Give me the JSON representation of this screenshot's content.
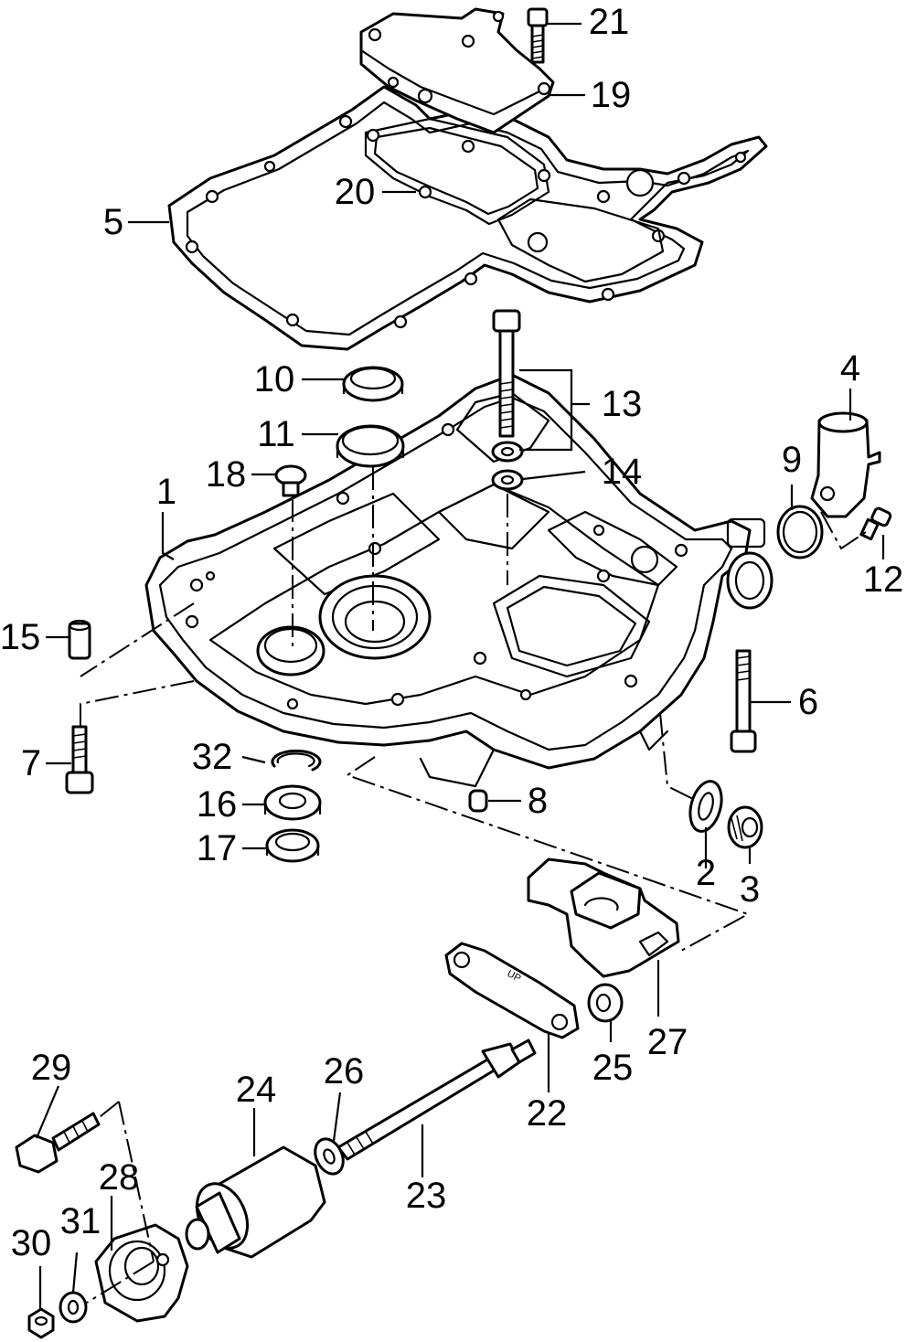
{
  "colors": {
    "line": "#000000",
    "background": "#ffffff"
  },
  "embossed_text": "UP",
  "callouts": [
    {
      "id": "p1",
      "label": "1"
    },
    {
      "id": "p2",
      "label": "2"
    },
    {
      "id": "p3",
      "label": "3"
    },
    {
      "id": "p4",
      "label": "4"
    },
    {
      "id": "p5",
      "label": "5"
    },
    {
      "id": "p6",
      "label": "6"
    },
    {
      "id": "p7",
      "label": "7"
    },
    {
      "id": "p8",
      "label": "8"
    },
    {
      "id": "p9",
      "label": "9"
    },
    {
      "id": "p10",
      "label": "10"
    },
    {
      "id": "p11",
      "label": "11"
    },
    {
      "id": "p12",
      "label": "12"
    },
    {
      "id": "p13",
      "label": "13"
    },
    {
      "id": "p14",
      "label": "14"
    },
    {
      "id": "p15",
      "label": "15"
    },
    {
      "id": "p16",
      "label": "16"
    },
    {
      "id": "p17",
      "label": "17"
    },
    {
      "id": "p18",
      "label": "18"
    },
    {
      "id": "p19",
      "label": "19"
    },
    {
      "id": "p20",
      "label": "20"
    },
    {
      "id": "p21",
      "label": "21"
    },
    {
      "id": "p22",
      "label": "22"
    },
    {
      "id": "p23",
      "label": "23"
    },
    {
      "id": "p24",
      "label": "24"
    },
    {
      "id": "p25",
      "label": "25"
    },
    {
      "id": "p26",
      "label": "26"
    },
    {
      "id": "p27",
      "label": "27"
    },
    {
      "id": "p28",
      "label": "28"
    },
    {
      "id": "p29",
      "label": "29"
    },
    {
      "id": "p30",
      "label": "30"
    },
    {
      "id": "p31",
      "label": "31"
    },
    {
      "id": "p32",
      "label": "32"
    }
  ]
}
